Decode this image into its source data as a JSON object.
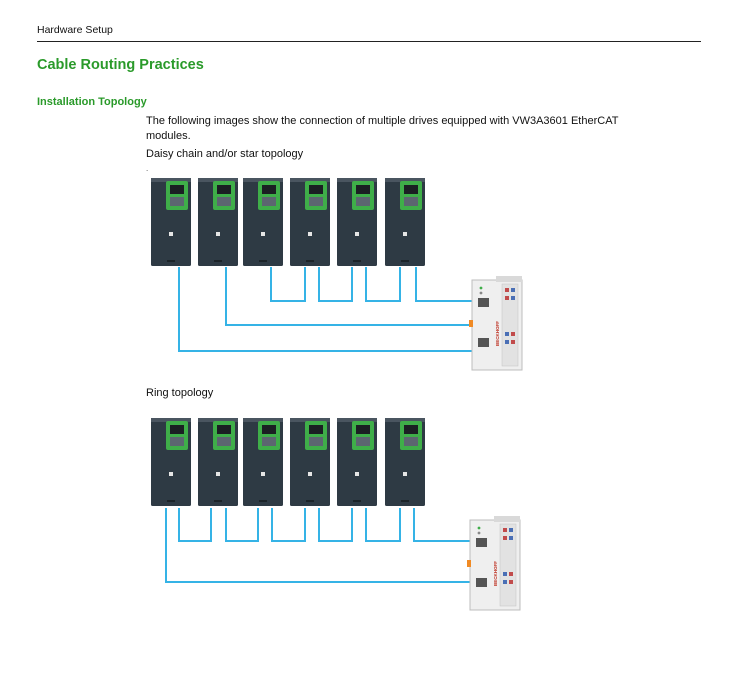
{
  "header": {
    "running_title": "Hardware Setup"
  },
  "section": {
    "title": "Cable Routing Practices",
    "subtitle": "Installation Topology",
    "intro_line1": "The following images show the connection of multiple drives equipped with VW3A3601 EtherCAT",
    "intro_line2": "modules."
  },
  "figures": [
    {
      "caption": "Daisy chain and/or star topology",
      "mark": "."
    },
    {
      "caption": "Ring topology"
    }
  ],
  "plc": {
    "brand": "BECKHOFF"
  },
  "colors": {
    "title_green": "#2a9a2a",
    "cable_blue": "#35b3e6",
    "drive_body": "#2e3a44",
    "drive_accent": "#3fae49",
    "plc_body": "#efefef",
    "plc_orange": "#f08a24"
  }
}
